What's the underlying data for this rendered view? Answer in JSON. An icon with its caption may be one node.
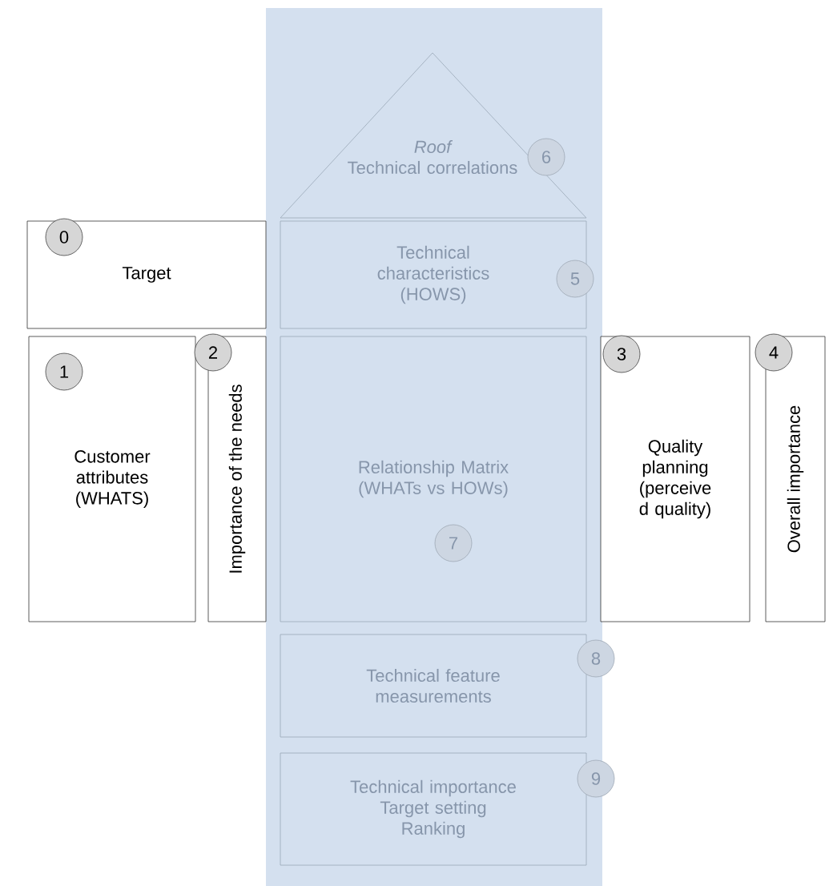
{
  "diagram": {
    "nodes": [
      {
        "text": [
          "0",
          "Target"
        ]
      },
      {
        "text": [
          "1",
          "Customer attributes (WHATS)"
        ]
      },
      {
        "text": [
          "2",
          "Importance of the needs"
        ]
      },
      {
        "text": [
          "3",
          "Quality planning (perceive d quality)"
        ]
      },
      {
        "text": [
          "4",
          "Overall importance"
        ]
      },
      {
        "text": [
          "Technical characteristics (HOWS)",
          "5"
        ]
      },
      {
        "text": [
          "Roof",
          "Technical correlations",
          "6"
        ]
      },
      {
        "text": [
          "Relationship Matrix (WHATs vs HOWs)",
          "7"
        ]
      },
      {
        "text": [
          "Technical feature measurements",
          "8"
        ]
      },
      {
        "text": [
          "Technical importance",
          "Target setting",
          "Ranking",
          "9"
        ]
      }
    ]
  }
}
